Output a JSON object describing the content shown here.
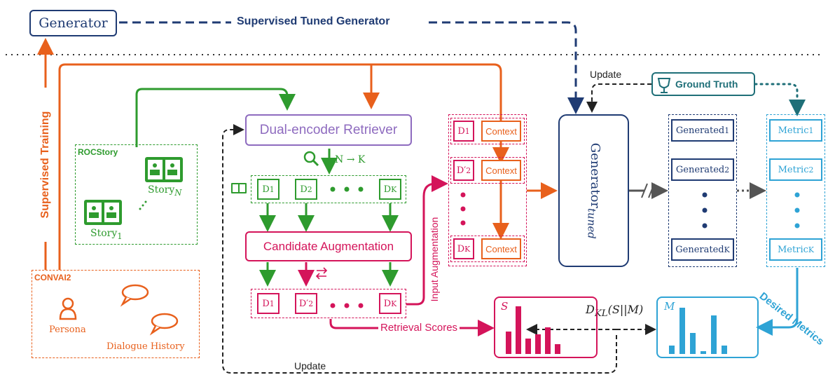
{
  "generator": "Generator",
  "supervised_tuned_generator": "Supervised Tuned Generator",
  "supervised_training": "Supervised Training",
  "rocstory": {
    "title": "ROCStory",
    "story_n": "Story",
    "story_n_sub": "N",
    "story_1": "Story",
    "story_1_sub": "1"
  },
  "convai2": {
    "title": "CONVAI2",
    "persona": "Persona",
    "dialogue_history": "Dialogue History"
  },
  "retriever": "Dual-encoder Retriever",
  "n_to_k": "N → K",
  "candidates_top": [
    "D1",
    "D2",
    "DK"
  ],
  "candidate_augmentation": "Candidate Augmentation",
  "candidates_bottom": [
    "D1",
    "D'2",
    "DK"
  ],
  "input_augmentation": "Input Augmentation",
  "retrieval_scores": "Retrieval Scores",
  "context": "Context",
  "input_rows": [
    "D1",
    "D'2",
    "DK"
  ],
  "update_top": "Update",
  "update_bottom": "Update",
  "ground_truth": "Ground Truth",
  "generator_tuned": "Generator",
  "generator_tuned_sub": "tuned",
  "generated": "Generated",
  "generated_subs": [
    "1",
    "2",
    "K"
  ],
  "metric": "Metric",
  "metric_subs": [
    "1",
    "2",
    "K"
  ],
  "kl": "D",
  "kl_sub": "KL",
  "kl_args": "(S||M)",
  "s_label": "S",
  "m_label": "M",
  "desired_metrics": "Desired Metrics",
  "colors": {
    "navy": "#1f3b73",
    "orange": "#e8601c",
    "green": "#2e9b2e",
    "purple": "#8e6bbf",
    "crimson": "#d4145a",
    "teal": "#1f6f78",
    "cyan": "#2ea3d5"
  }
}
